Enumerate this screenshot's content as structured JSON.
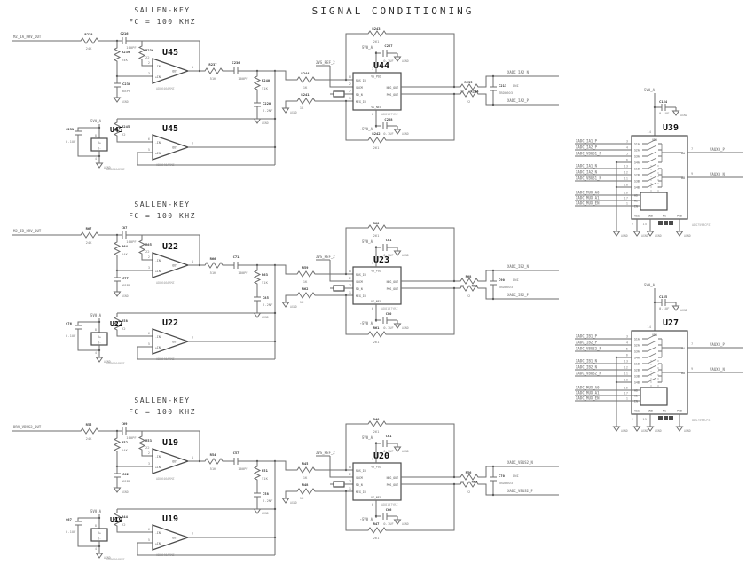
{
  "title": "SIGNAL CONDITIONING",
  "sallen_key": {
    "line1": "SALLEN-KEY",
    "line2": "FC = 100 KHZ"
  },
  "agnd_label": "AGND",
  "op_labels": {
    "minus": "-IN",
    "plus": "+IN",
    "out": "OUT",
    "vplus": "V+",
    "vminus": "V-"
  },
  "op_pins": {
    "a": [
      "2",
      "3",
      "1"
    ],
    "b": [
      "6",
      "5",
      "7"
    ],
    "pwr": [
      "8",
      "4"
    ]
  },
  "diff_pins": {
    "pos_in": [
      "POS_IN",
      "8"
    ],
    "vocm": [
      "VOCM",
      "2"
    ],
    "pd": [
      "PD_N",
      "7"
    ],
    "neg_in": [
      "NEG_IN",
      "1"
    ],
    "neg_out": [
      "NEG_OUT",
      "5"
    ],
    "pos_out": [
      "POS_OUT",
      "4"
    ],
    "vs_pos": [
      "VS_POS",
      "3"
    ],
    "vs_neg": [
      "VS_NEG",
      "6"
    ]
  },
  "mux_pins": {
    "s_a": [
      "S1A",
      "S2A",
      "S3A",
      "S4A"
    ],
    "s_b": [
      "S1B",
      "S2B",
      "S3B",
      "S4B"
    ],
    "addr": [
      "A0",
      "A1",
      "EN"
    ],
    "vdd": "VDD",
    "vss": "VSS",
    "gnd": "GND",
    "nc": "NC",
    "pad": "PAD",
    "da": "DA",
    "db": "DB"
  },
  "channels": [
    {
      "input_net": "M2_IA_DRV_OUT",
      "r_in": [
        "R238",
        "24K"
      ],
      "c_ff": [
        "C216",
        "100PF"
      ],
      "r_sh": [
        "R239",
        "24K"
      ],
      "c_sh": [
        "C230",
        "68PF"
      ],
      "r_fb": [
        "R236",
        "22"
      ],
      "op": "U45",
      "op_part": "AD8646ARMZ",
      "r_m1": [
        "R237",
        "51K"
      ],
      "c_m": [
        "C236",
        "100PF"
      ],
      "r_m2": [
        "R240",
        "51K"
      ],
      "c_g": [
        "C220",
        "6.2NF"
      ],
      "r_fb2": [
        "R245",
        "22"
      ],
      "pwr": {
        "net": "5V0_A",
        "cap": [
          "C231",
          "0.1UF"
        ]
      },
      "r_pos": [
        "R244",
        "1K"
      ],
      "r_neg": [
        "R241",
        "1K"
      ],
      "ref_net": "2V5_REF_2",
      "diff": {
        "ref": "U44",
        "part": "AD8137YRZ",
        "r_top": [
          "R243",
          "261"
        ],
        "r_bot": [
          "R242",
          "261"
        ],
        "c_top": [
          "C227",
          "0.1UF"
        ],
        "c_bot": [
          "C228",
          "0.1UF"
        ],
        "vpos": "5V0_A",
        "vneg": "-5V0_A"
      },
      "r_on": [
        "R235",
        "22"
      ],
      "r_op": [
        "R234",
        "22"
      ],
      "c_out": [
        "C213",
        "DNI",
        "TBD0603"
      ],
      "net_n": "XADC_IA2_N",
      "net_p": "XADC_IA2_P"
    },
    {
      "input_net": "M2_IB_DRV_OUT",
      "r_in": [
        "R67",
        "24K"
      ],
      "c_ff": [
        "C87",
        "100PF"
      ],
      "r_sh": [
        "R64",
        "24K"
      ],
      "c_sh": [
        "C77",
        "68PF"
      ],
      "r_fb": [
        "R65",
        "22"
      ],
      "op": "U22",
      "op_part": "AD8646ARMZ",
      "r_m1": [
        "R66",
        "51K"
      ],
      "c_m": [
        "C71",
        "100PF"
      ],
      "r_m2": [
        "R63",
        "51K"
      ],
      "c_g": [
        "C85",
        "6.2NF"
      ],
      "r_fb2": [
        "R58",
        "22"
      ],
      "pwr": {
        "net": "5V0_A",
        "cap": [
          "C76",
          "0.1UF"
        ]
      },
      "r_pos": [
        "R59",
        "1K"
      ],
      "r_neg": [
        "R62",
        "1K"
      ],
      "ref_net": "2V5_REF_2",
      "diff": {
        "ref": "U23",
        "part": "AD8137YRZ",
        "r_top": [
          "R60",
          "261"
        ],
        "r_bot": [
          "R61",
          "261"
        ],
        "c_top": [
          "C81",
          "0.1UF"
        ],
        "c_bot": [
          "C80",
          "0.1UF"
        ],
        "vpos": "5V0_A",
        "vneg": "-5V0_A"
      },
      "r_on": [
        "R68",
        "22"
      ],
      "r_op": [
        "R69",
        "22"
      ],
      "c_out": [
        "C90",
        "DNI",
        "TBD0603"
      ],
      "net_n": "XADC_IB2_N",
      "net_p": "XADC_IB2_P"
    },
    {
      "input_net": "DRV_VBUS2_OUT",
      "r_in": [
        "R55",
        "24K"
      ],
      "c_ff": [
        "C69",
        "100PF"
      ],
      "r_sh": [
        "R52",
        "24K"
      ],
      "c_sh": [
        "C62",
        "68PF"
      ],
      "r_fb": [
        "R53",
        "22"
      ],
      "op": "U19",
      "op_part": "AD8646ARMZ",
      "r_m1": [
        "R54",
        "51K"
      ],
      "c_m": [
        "C57",
        "100PF"
      ],
      "r_m2": [
        "R51",
        "51K"
      ],
      "c_g": [
        "C58",
        "6.2NF"
      ],
      "r_fb2": [
        "R44",
        "22"
      ],
      "pwr": {
        "net": "5V0_A",
        "cap": [
          "C67",
          "0.1UF"
        ]
      },
      "r_pos": [
        "R45",
        "1K"
      ],
      "r_neg": [
        "R48",
        "1K"
      ],
      "ref_net": "2V5_REF_2",
      "diff": {
        "ref": "U20",
        "part": "AD8137YRZ",
        "r_top": [
          "R46",
          "261"
        ],
        "r_bot": [
          "R47",
          "261"
        ],
        "c_top": [
          "C61",
          "0.1UF"
        ],
        "c_bot": [
          "C66",
          "0.1UF"
        ],
        "vpos": "5V0_A",
        "vneg": "-5V0_A"
      },
      "r_on": [
        "R56",
        "22"
      ],
      "r_op": [
        "R57",
        "22"
      ],
      "c_out": [
        "C70",
        "DNI",
        "TBD0603"
      ],
      "net_n": "XADC_VBUS2_N",
      "net_p": "XADC_VBUS2_P"
    }
  ],
  "muxes": [
    {
      "ref": "U39",
      "part": "ADG759BCPZ",
      "net": "5V0_A",
      "cap": [
        "C154",
        "0.1UF"
      ],
      "vdd_pin": "14",
      "vss_pin": "2",
      "gnd_pin": "15",
      "in_a": [
        [
          "XADC_IA1_P",
          "3"
        ],
        [
          "XADC_IA2_P",
          "4"
        ],
        [
          "XADC_VBUS1_P",
          "5"
        ],
        [
          "",
          "6"
        ]
      ],
      "in_b": [
        [
          "XADC_IA1_N",
          "13"
        ],
        [
          "XADC_IA2_N",
          "12"
        ],
        [
          "XADC_VBUS1_N",
          "11"
        ],
        [
          "",
          "10"
        ]
      ],
      "addr": [
        [
          "XADC_MUX_A0",
          "16"
        ],
        [
          "XADC_MUX_A1",
          "17"
        ],
        [
          "XADC_MUX_EN",
          "1"
        ]
      ],
      "out_a": [
        "VAUX0_P",
        "7"
      ],
      "out_b": [
        "VAUX0_N",
        "9"
      ]
    },
    {
      "ref": "U27",
      "part": "ADG759BCPZ",
      "net": "5V0_A",
      "cap": [
        "C155",
        "0.1UF"
      ],
      "vdd_pin": "14",
      "vss_pin": "2",
      "gnd_pin": "15",
      "in_a": [
        [
          "XADC_IB1_P",
          "3"
        ],
        [
          "XADC_IB2_P",
          "4"
        ],
        [
          "XADC_VBUS2_P",
          "5"
        ],
        [
          "",
          "6"
        ]
      ],
      "in_b": [
        [
          "XADC_IB1_N",
          "13"
        ],
        [
          "XADC_IB2_N",
          "12"
        ],
        [
          "XADC_VBUS2_N",
          "11"
        ],
        [
          "",
          "10"
        ]
      ],
      "addr": [
        [
          "XADC_MUX_A0",
          "16"
        ],
        [
          "XADC_MUX_A1",
          "17"
        ],
        [
          "XADC_MUX_EN",
          "1"
        ]
      ],
      "out_a": [
        "VAUX8_P",
        "7"
      ],
      "out_b": [
        "VAUX8_N",
        "9"
      ]
    }
  ]
}
